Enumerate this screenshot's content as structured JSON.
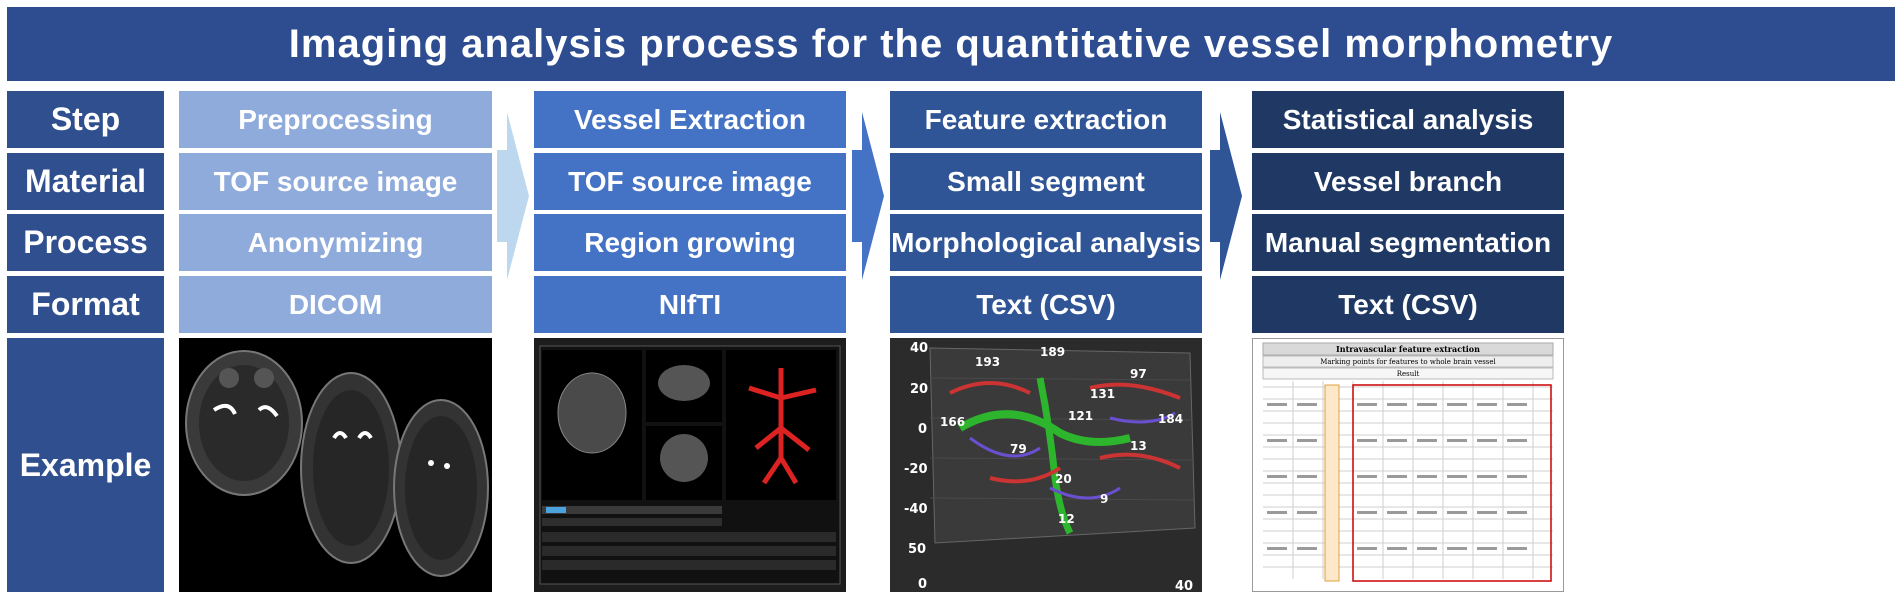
{
  "title": "Imaging analysis process for the quantitative vessel morphometry",
  "row_headers": [
    "Step",
    "Material",
    "Process",
    "Format",
    "Example"
  ],
  "columns": [
    {
      "step": "Preprocessing",
      "material": "TOF source image",
      "process": "Anonymizing",
      "format": "DICOM"
    },
    {
      "step": "Vessel Extraction",
      "material": "TOF source image",
      "process": "Region growing",
      "format": "NIfTI"
    },
    {
      "step": "Feature extraction",
      "material": "Small segment",
      "process": "Morphological analysis",
      "format": "Text (CSV)"
    },
    {
      "step": "Statistical analysis",
      "material": "Vessel branch",
      "process": "Manual segmentation",
      "format": "Text (CSV)"
    }
  ],
  "plot_ticks": {
    "y": [
      "40",
      "20",
      "0",
      "-20",
      "-40"
    ],
    "z": [
      "50",
      "0"
    ],
    "x": [
      "40"
    ]
  },
  "plot_labels": [
    "193",
    "97",
    "184",
    "121",
    "166",
    "13",
    "20",
    "9",
    "12",
    "79",
    "131",
    "189"
  ],
  "spreadsheet": {
    "title": "Intravascular feature extraction",
    "subtitle": "Marking points for features to whole brain vessel",
    "result": "Result"
  },
  "colors": {
    "title_bg": "#2e4d91",
    "header_bg": "#2f4f8f",
    "col1": "#8eabdb",
    "col2": "#4472c4",
    "col3": "#2f5597",
    "col4": "#1f3864",
    "arrow1": "#bdd7ee",
    "arrow2": "#4472c4",
    "arrow3": "#2f5597"
  }
}
